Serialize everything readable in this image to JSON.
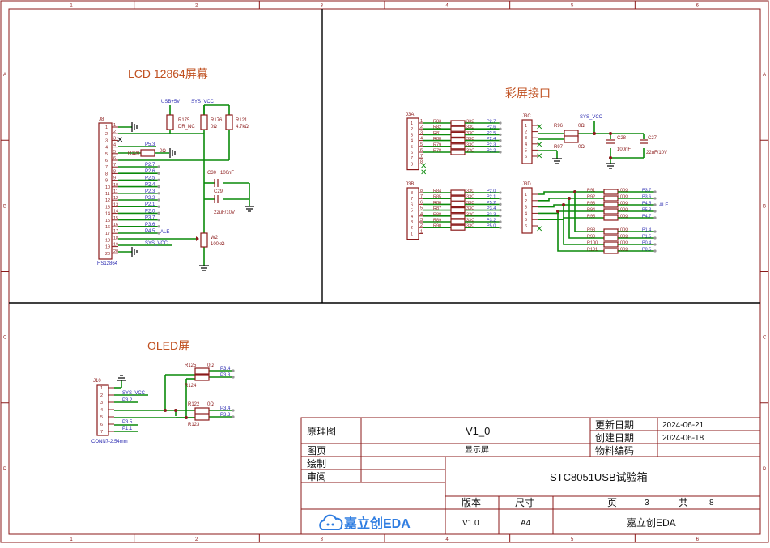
{
  "ruler": {
    "cols": [
      "1",
      "2",
      "3",
      "4",
      "5",
      "6"
    ],
    "rows": [
      "A",
      "B",
      "C",
      "D"
    ]
  },
  "sections": {
    "lcd": "LCD 12864屏幕",
    "color": "彩屏接口",
    "oled": "OLED屏"
  },
  "lcd": {
    "connector_ref": "J8",
    "connector_name": "HS12864",
    "pins": [
      "1",
      "2",
      "3",
      "4",
      "5",
      "6",
      "7",
      "8",
      "9",
      "10",
      "11",
      "12",
      "13",
      "14",
      "15",
      "16",
      "17",
      "18",
      "19",
      "20"
    ],
    "net_labels": [
      "P5.3",
      "P2.7",
      "P2.6",
      "P2.5",
      "P2.4",
      "P2.3",
      "P2.2",
      "P2.1",
      "P2.0",
      "P3.7",
      "P3.6",
      "P4.5",
      "ALE",
      "SYS_VCC"
    ],
    "power": [
      "USB+5V",
      "SYS_VCC"
    ],
    "r_mid": {
      "ref": "R120",
      "val": "0Ω"
    },
    "r175": {
      "ref": "R175",
      "val": "DR_NC"
    },
    "r176": {
      "ref": "R176",
      "val": "0Ω"
    },
    "r121": {
      "ref": "R121",
      "val": "4.7kΩ"
    },
    "c30": {
      "ref": "C30",
      "val": "100nF"
    },
    "c29": {
      "ref": "C29",
      "val": "22uF/10V"
    },
    "w2": {
      "ref": "W2",
      "val": "100kΩ"
    }
  },
  "j3a": {
    "ref": "J3A",
    "pins": [
      "1",
      "2",
      "3",
      "4",
      "5",
      "6",
      "7",
      "8"
    ],
    "rows": [
      {
        "ref": "R83",
        "val": "33Ω",
        "net": "P2.7"
      },
      {
        "ref": "R82",
        "val": "33Ω",
        "net": "P2.6"
      },
      {
        "ref": "R81",
        "val": "33Ω",
        "net": "P2.5"
      },
      {
        "ref": "R80",
        "val": "33Ω",
        "net": "P2.4"
      },
      {
        "ref": "R79",
        "val": "33Ω",
        "net": "P2.3"
      },
      {
        "ref": "R78",
        "val": "33Ω",
        "net": "P2.2"
      }
    ]
  },
  "j3b": {
    "ref": "J3B",
    "pins": [
      "8",
      "7",
      "6",
      "5",
      "4",
      "3",
      "2",
      "1"
    ],
    "rows": [
      {
        "ref": "R84",
        "val": "33Ω",
        "net": "P2.0"
      },
      {
        "ref": "R85",
        "val": "33Ω",
        "net": "P2.1"
      },
      {
        "ref": "R86",
        "val": "33Ω",
        "net": "P5.2"
      },
      {
        "ref": "R87",
        "val": "33Ω",
        "net": "P3.4"
      },
      {
        "ref": "R88",
        "val": "33Ω",
        "net": "P3.3"
      },
      {
        "ref": "R89",
        "val": "33Ω",
        "net": "P3.2"
      },
      {
        "ref": "R90",
        "val": "33Ω",
        "net": "P5.0"
      }
    ]
  },
  "j3c": {
    "ref": "J3C",
    "pins": [
      "1",
      "2",
      "3",
      "4",
      "5",
      "6"
    ],
    "power": "SYS_VCC",
    "r96": {
      "ref": "R96",
      "val": "0Ω"
    },
    "r97": {
      "ref": "R97",
      "val": "0Ω"
    },
    "c28": {
      "ref": "C28",
      "val": "100nF"
    },
    "c27": {
      "ref": "C27",
      "val": "22uF/10V"
    }
  },
  "j3d": {
    "ref": "J3D",
    "pins": [
      "1",
      "2",
      "3",
      "4",
      "5",
      "6"
    ],
    "rows_top": [
      {
        "ref": "R91",
        "val": "100Ω",
        "net": "P3.7"
      },
      {
        "ref": "R92",
        "val": "100Ω",
        "net": "P3.6"
      },
      {
        "ref": "R93",
        "val": "100Ω",
        "net": "P4.5"
      },
      {
        "ref": "R94",
        "val": "100Ω",
        "net": "P5.3"
      },
      {
        "ref": "R95",
        "val": "100Ω",
        "net": "P4.7"
      }
    ],
    "ale": "ALE",
    "rows_bot": [
      {
        "ref": "R98",
        "val": "100Ω",
        "net": "P1.4"
      },
      {
        "ref": "R99",
        "val": "100Ω",
        "net": "P1.5"
      },
      {
        "ref": "R100",
        "val": "100Ω",
        "net": "P0.4"
      },
      {
        "ref": "R101",
        "val": "100Ω",
        "net": "P0.5"
      }
    ]
  },
  "oled": {
    "ref": "J10",
    "name": "CONN7-2.54mm",
    "pins": [
      "1",
      "2",
      "3",
      "4",
      "5",
      "6",
      "7"
    ],
    "labels": [
      "SYS_VCC",
      "P3.2",
      "P3.5",
      "P1.1"
    ],
    "res": [
      {
        "ref": "R125",
        "val": "0Ω",
        "net": "P3.4"
      },
      {
        "ref": "R124",
        "val": "",
        "net": "P3.3"
      },
      {
        "ref": "R122",
        "val": "0Ω",
        "net": "P3.4"
      },
      {
        "ref": "R123",
        "val": "",
        "net": "P3.3"
      }
    ]
  },
  "title_block": {
    "row1_label": "原理图",
    "version": "V1_0",
    "update_label": "更新日期",
    "update_date": "2024-06-21",
    "create_label": "创建日期",
    "create_date": "2024-06-18",
    "page_label": "图页",
    "page_name": "显示屏",
    "material_label": "物料编码",
    "draw_label": "绘制",
    "review_label": "审阅",
    "project": "STC8051USB试验箱",
    "ver_label": "版本",
    "size_label": "尺寸",
    "pg_label": "页",
    "pg_num": "3",
    "total_label": "共",
    "total_num": "8",
    "logo_text": "嘉立创EDA",
    "ver_value": "V1.0",
    "size_value": "A4",
    "company": "嘉立创EDA"
  },
  "colors": {
    "frame": "#8b1a1a",
    "wire": "#0a8a0a",
    "net": "#2a2ab0",
    "title": "#c05020",
    "logo": "#2f7de1"
  }
}
